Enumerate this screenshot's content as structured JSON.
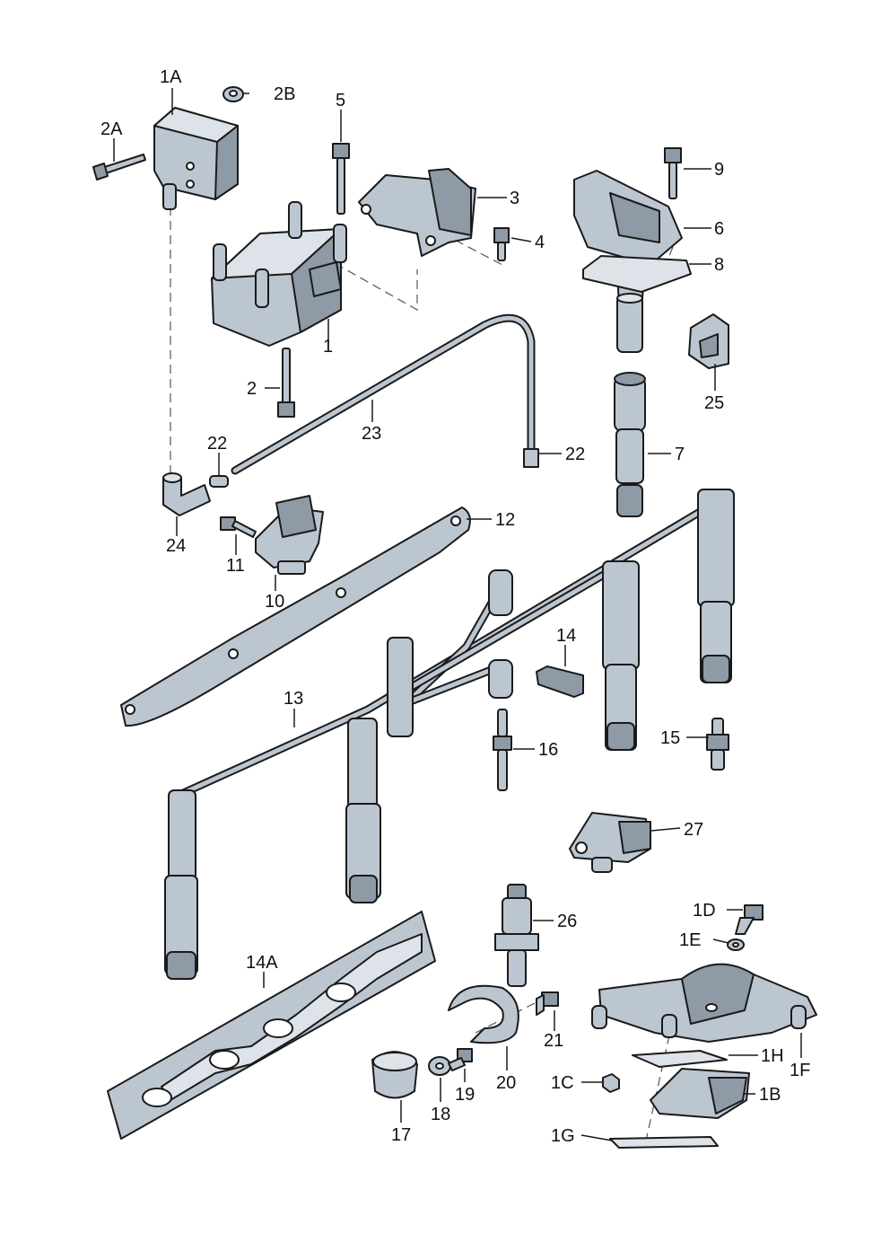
{
  "parts": {
    "p1A": "1A",
    "p2B": "2B",
    "p2A": "2A",
    "p5": "5",
    "p3": "3",
    "p9": "9",
    "p6": "6",
    "p4": "4",
    "p8": "8",
    "p1": "1",
    "p2": "2",
    "p25": "25",
    "p23": "23",
    "p22a": "22",
    "p22b": "22",
    "p7": "7",
    "p24": "24",
    "p12": "12",
    "p11": "11",
    "p10": "10",
    "p14": "14",
    "p13": "13",
    "p15": "15",
    "p16": "16",
    "p27": "27",
    "p1D": "1D",
    "p26": "26",
    "p1E": "1E",
    "p14A": "14A",
    "p21": "21",
    "p1H": "1H",
    "p1F": "1F",
    "p19": "19",
    "p20": "20",
    "p1C": "1C",
    "p1B": "1B",
    "p17": "17",
    "p18": "18",
    "p1G": "1G"
  },
  "colors": {
    "part_fill": "#bcc6d0",
    "outline": "#1a1a1a",
    "background": "#ffffff"
  }
}
